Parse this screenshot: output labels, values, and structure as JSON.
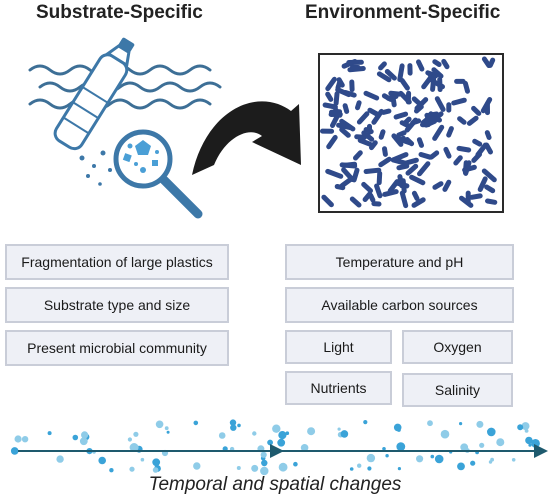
{
  "headings": {
    "left": "Substrate-Specific",
    "right": "Environment-Specific"
  },
  "substrate_factors": [
    "Fragmentation of large plastics",
    "Substrate type and size",
    "Present microbial community"
  ],
  "environment_factors": [
    "Temperature and pH",
    "Available carbon sources",
    "Light",
    "Oxygen",
    "Nutrients",
    "Salinity"
  ],
  "footer_caption": "Temporal and spatial changes",
  "icons": [
    "plastic-bottle-icon",
    "water-waves-icon",
    "magnifying-glass-icon",
    "curved-arrow-icon",
    "bacteria-square-icon"
  ],
  "colors": {
    "box_fill": "#eef0f6",
    "box_border": "#c9cdd8",
    "bacteria": "#2f4a8a",
    "bottle": "#3d78a8",
    "waves": "#3d6f96",
    "arrow": "#1c1c1c",
    "timeline_arrow": "#1e5a6e",
    "dots": "#3aa3d8"
  }
}
